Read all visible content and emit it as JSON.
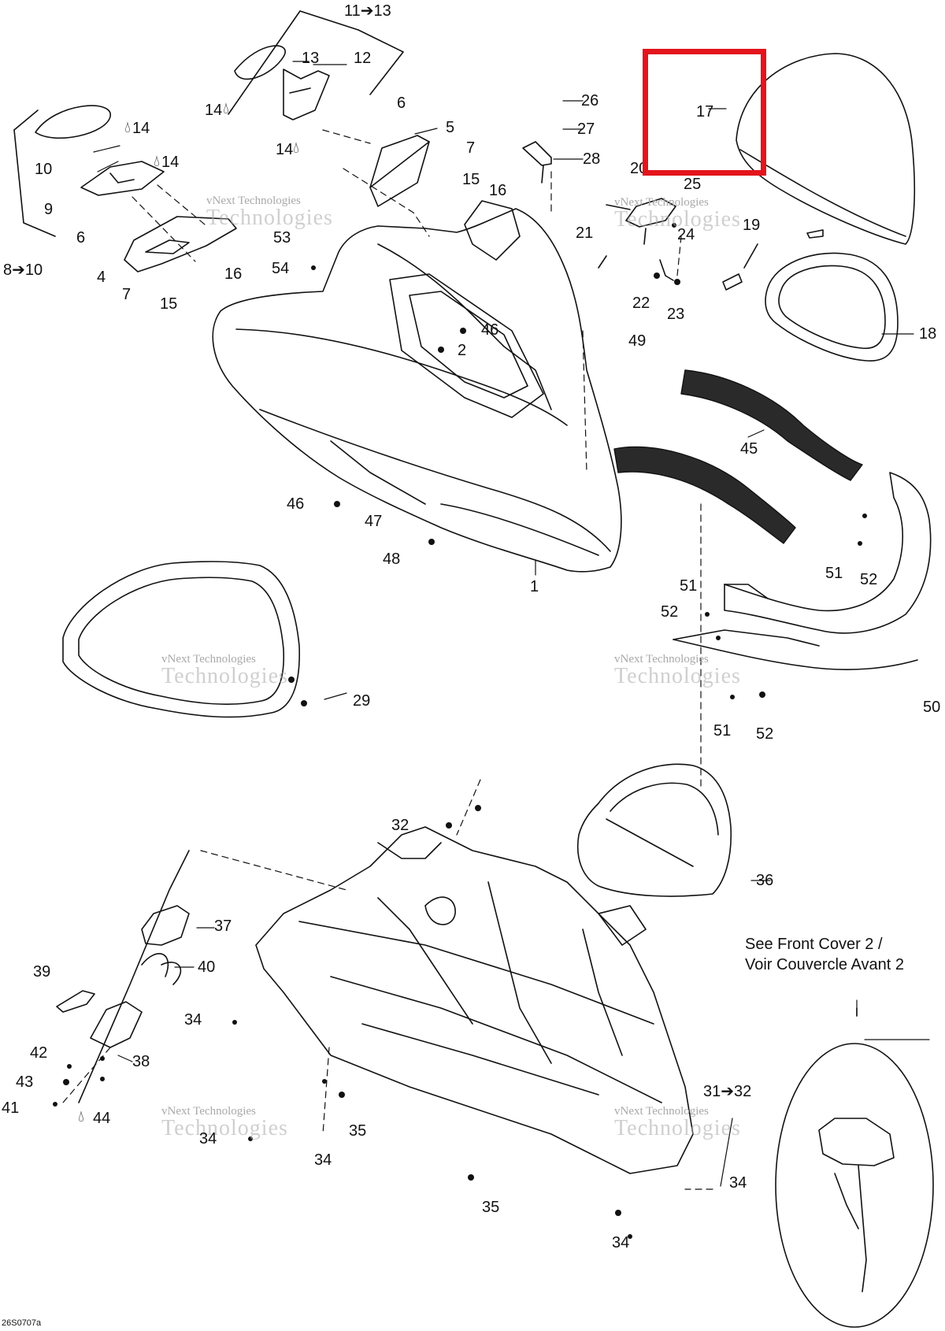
{
  "document_id": "26S0707a",
  "note": {
    "line1": "See Front Cover 2 /",
    "line2": "Voir Couvercle Avant 2"
  },
  "watermark": {
    "line1": "vNext Technologies",
    "line2": "Technologies"
  },
  "highlight": {
    "part": "17",
    "color": "#e3141c"
  },
  "labels": {
    "l_11_13": "11➔13",
    "l_13": "13",
    "l_12": "12",
    "l_14a": "14",
    "l_14b": "14",
    "l_14c": "14",
    "l_14d": "14",
    "l_10": "10",
    "l_9": "9",
    "l_8_10": "8➔10",
    "l_6a": "6",
    "l_6b": "6",
    "l_5": "5",
    "l_7a": "7",
    "l_7b": "7",
    "l_15a": "15",
    "l_15b": "15",
    "l_16a": "16",
    "l_16b": "16",
    "l_4": "4",
    "l_26": "26",
    "l_27": "27",
    "l_28": "28",
    "l_20": "20",
    "l_25": "25",
    "l_21": "21",
    "l_24": "24",
    "l_19": "19",
    "l_17": "17",
    "l_22": "22",
    "l_23": "23",
    "l_18": "18",
    "l_53": "53",
    "l_54": "54",
    "l_46a": "46",
    "l_2": "2",
    "l_49": "49",
    "l_45": "45",
    "l_46b": "46",
    "l_47": "47",
    "l_48": "48",
    "l_1": "1",
    "l_51a": "51",
    "l_52a": "52",
    "l_51b": "51",
    "l_52b": "52",
    "l_51c": "51",
    "l_52c": "52",
    "l_50": "50",
    "l_29": "29",
    "l_32": "32",
    "l_36": "36",
    "l_37": "37",
    "l_39": "39",
    "l_40": "40",
    "l_34a": "34",
    "l_38": "38",
    "l_42": "42",
    "l_43": "43",
    "l_41": "41",
    "l_44": "44",
    "l_31_32": "31➔32",
    "l_35a": "35",
    "l_34b": "34",
    "l_34c": "34",
    "l_34d": "34",
    "l_35b": "35",
    "l_34e": "34"
  }
}
